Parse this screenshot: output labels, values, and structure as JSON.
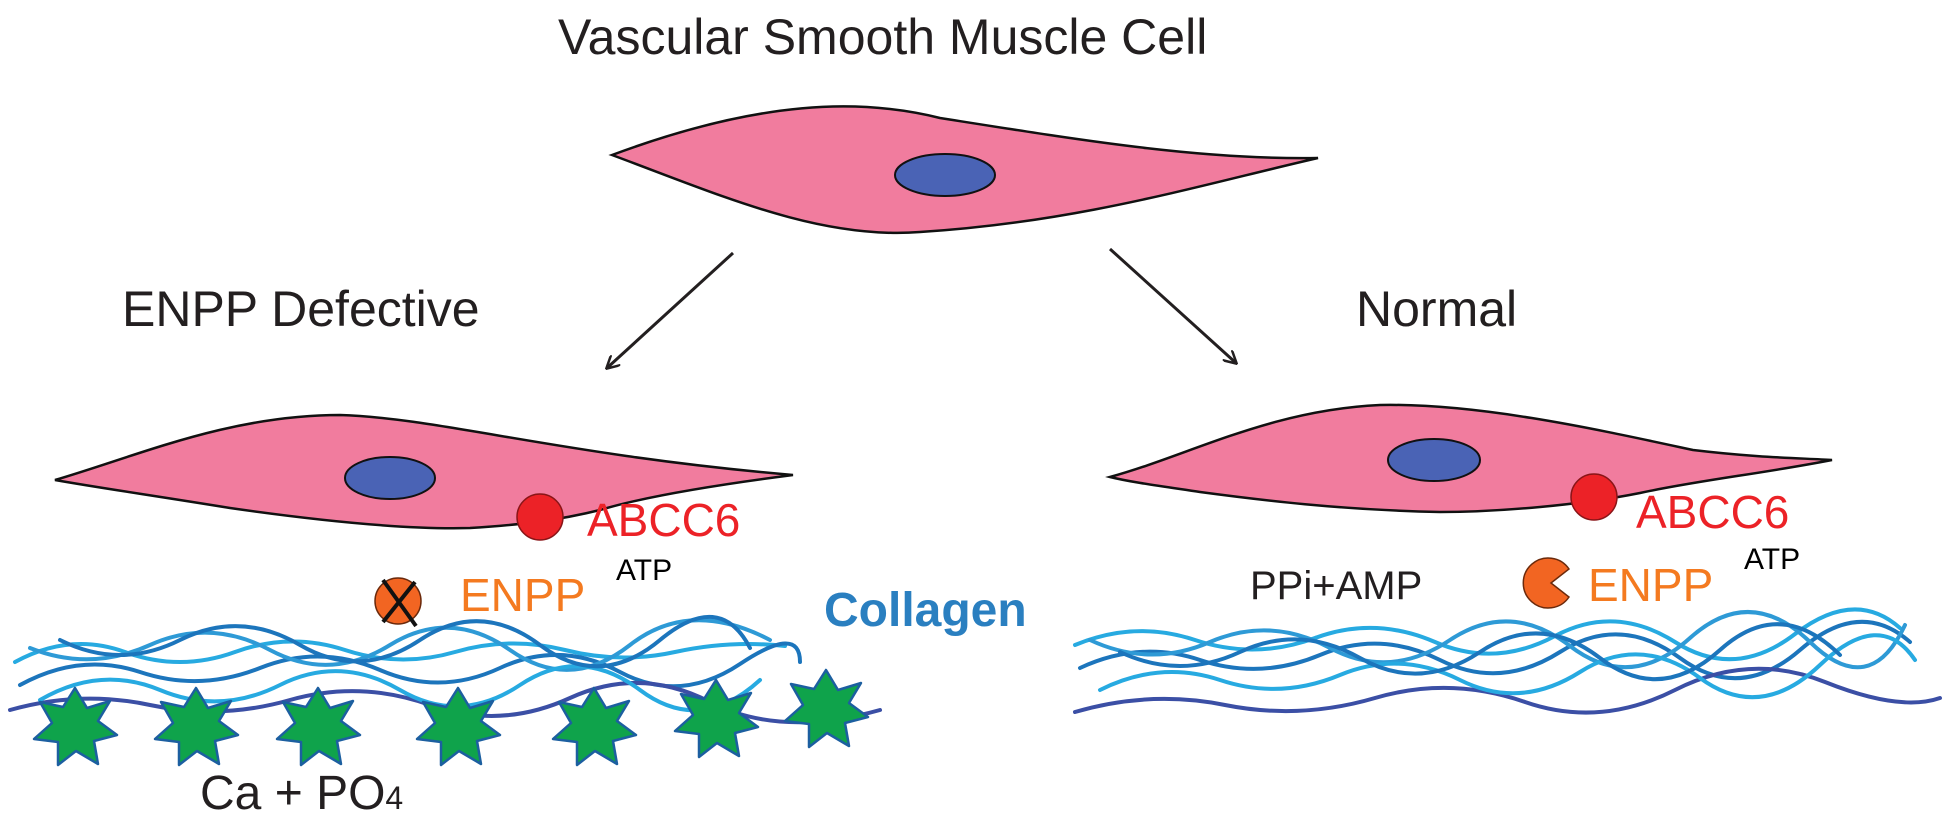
{
  "title": "Vascular Smooth Muscle Cell",
  "branches": {
    "left": {
      "label": "ENPP Defective"
    },
    "right": {
      "label": "Normal"
    }
  },
  "labels": {
    "abcc6": "ABCC6",
    "enpp": "ENPP",
    "atp": "ATP",
    "collagen": "Collagen",
    "product": "PPi+AMP",
    "calcium_phosphate": "Ca + PO",
    "phosphate_subscript": "4"
  },
  "colors": {
    "cell_body": "#f17c9e",
    "nucleus": "#4a63b5",
    "abcc6": "#ec2227",
    "enpp_enzyme": "#f26522",
    "enpp_text": "#f47a20",
    "collagen_text": "#2a7fc0",
    "collagen_fibers": [
      "#27aae1",
      "#1c75bc",
      "#3b4fa5",
      "#2e9ad6"
    ],
    "mineral_stars": "#0fa34b",
    "text": "#231f20"
  },
  "icons": {
    "defective_enzyme": "crossed-out-enzyme-icon",
    "active_enzyme": "pacman-enzyme-icon",
    "mineral": "star-icon"
  }
}
